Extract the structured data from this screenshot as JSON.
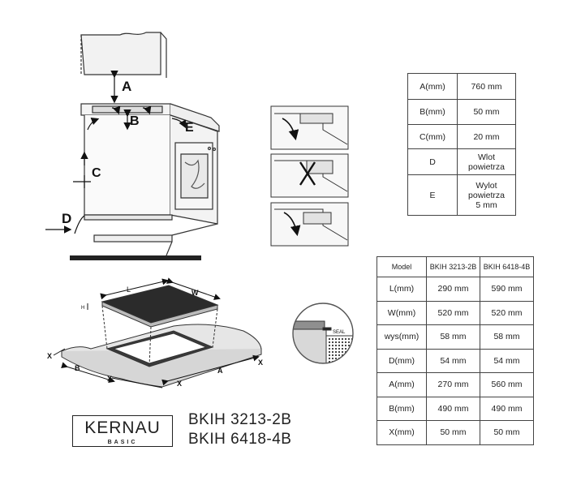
{
  "install_diagram": {
    "dimension_labels": [
      "A",
      "B",
      "C",
      "D",
      "E"
    ]
  },
  "cooktop_diagram": {
    "labels": {
      "L": "L",
      "W": "W",
      "H": "H",
      "X": "X",
      "B": "B",
      "A": "A"
    },
    "seal_label": "SEAL"
  },
  "clearance_table": {
    "rows": [
      [
        "A(mm)",
        "760 mm"
      ],
      [
        "B(mm)",
        "50 mm"
      ],
      [
        "C(mm)",
        "20 mm"
      ],
      [
        "D",
        "Wlot\npowietrza"
      ],
      [
        "E",
        "Wylot\npowietrza\n5 mm"
      ]
    ]
  },
  "dimensions_table": {
    "header": [
      "Model",
      "BKIH 3213-2B",
      "BKIH 6418-4B"
    ],
    "rows": [
      [
        "L(mm)",
        "290 mm",
        "590 mm"
      ],
      [
        "W(mm)",
        "520 mm",
        "520 mm"
      ],
      [
        "wys(mm)",
        "58 mm",
        "58 mm"
      ],
      [
        "D(mm)",
        "54 mm",
        "54 mm"
      ],
      [
        "A(mm)",
        "270 mm",
        "560 mm"
      ],
      [
        "B(mm)",
        "490 mm",
        "490 mm"
      ],
      [
        "X(mm)",
        "50 mm",
        "50 mm"
      ]
    ]
  },
  "brand": {
    "name": "KERNAU",
    "sub": "BASIC"
  },
  "models": [
    "BKIH 3213-2B",
    "BKIH 6418-4B"
  ]
}
